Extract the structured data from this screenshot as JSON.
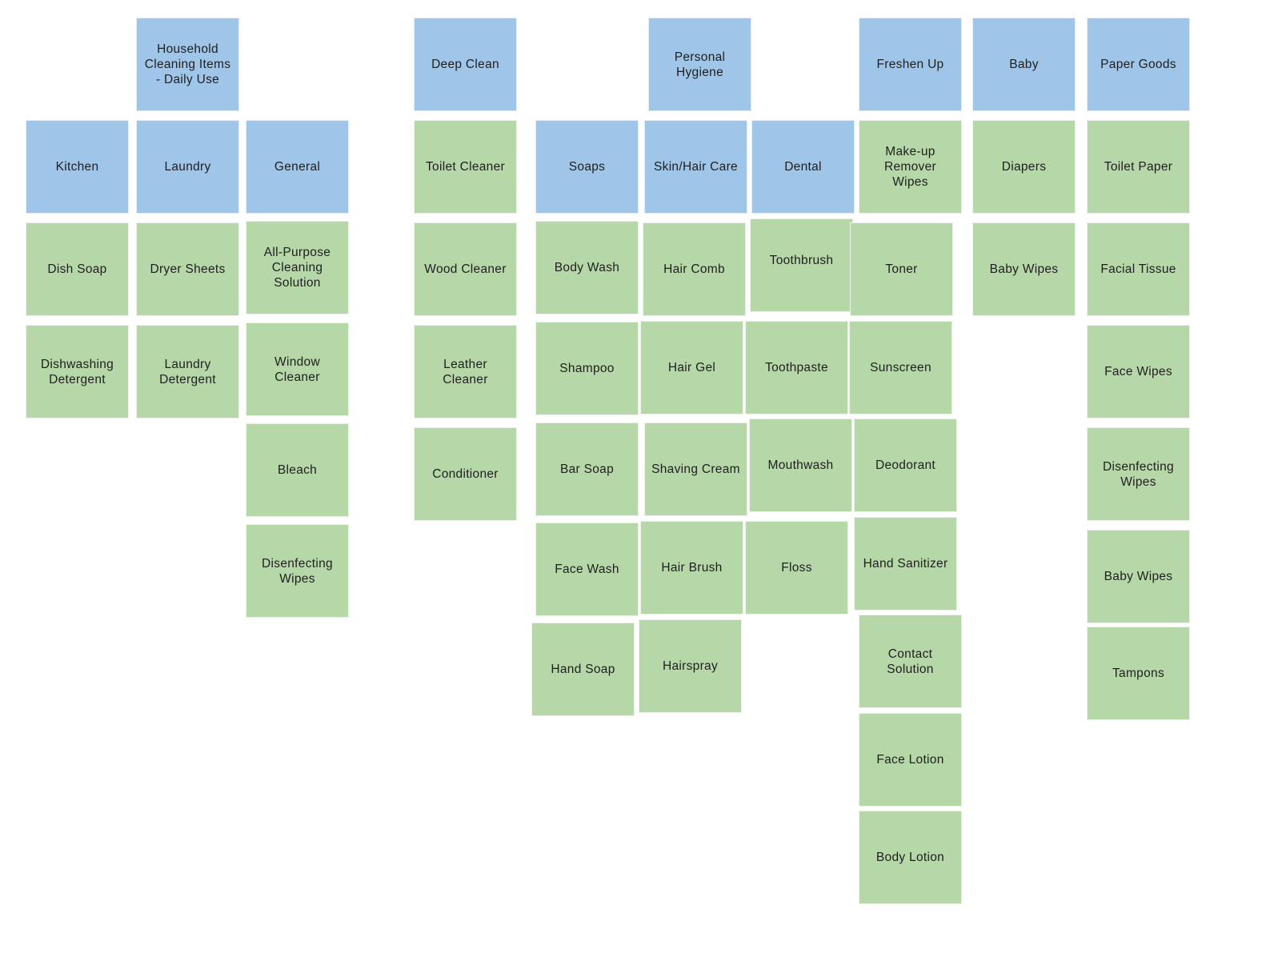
{
  "colors": {
    "category": "#9fc5e8",
    "item": "#b6d7a8"
  },
  "categories": {
    "household": "Household Cleaning Items - Daily Use",
    "deep_clean": "Deep Clean",
    "personal_hygiene": "Personal Hygiene",
    "freshen_up": "Freshen Up",
    "baby": "Baby",
    "paper_goods": "Paper Goods",
    "kitchen": "Kitchen",
    "laundry": "Laundry",
    "general": "General",
    "soaps": "Soaps",
    "skin_hair": "Skin/Hair Care",
    "dental": "Dental"
  },
  "items": {
    "kitchen": [
      "Dish Soap",
      "Dishwashing Detergent"
    ],
    "laundry": [
      "Dryer Sheets",
      "Laundry Detergent"
    ],
    "general": [
      "All-Purpose Cleaning Solution",
      "Window Cleaner",
      "Bleach",
      "Disenfecting Wipes"
    ],
    "deep_clean": [
      "Toilet Cleaner",
      "Wood Cleaner",
      "Leather Cleaner",
      "Conditioner"
    ],
    "soaps": [
      "Body Wash",
      "Shampoo",
      "Bar Soap",
      "Face Wash",
      "Hand Soap"
    ],
    "skin_hair": [
      "Hair Comb",
      "Hair Gel",
      "Shaving Cream",
      "Hair Brush",
      "Hairspray"
    ],
    "dental": [
      "Toothbrush",
      "Toothpaste",
      "Mouthwash",
      "Floss"
    ],
    "freshen_up": [
      "Make-up Remover Wipes",
      "Toner",
      "Sunscreen",
      "Deodorant",
      "Hand Sanitizer",
      "Contact Solution",
      "Face Lotion",
      "Body Lotion"
    ],
    "baby": [
      "Diapers",
      "Baby Wipes"
    ],
    "paper_goods": [
      "Toilet Paper",
      "Facial Tissue",
      "Face Wipes",
      "Disenfecting Wipes",
      "Baby Wipes",
      "Tampons"
    ]
  }
}
